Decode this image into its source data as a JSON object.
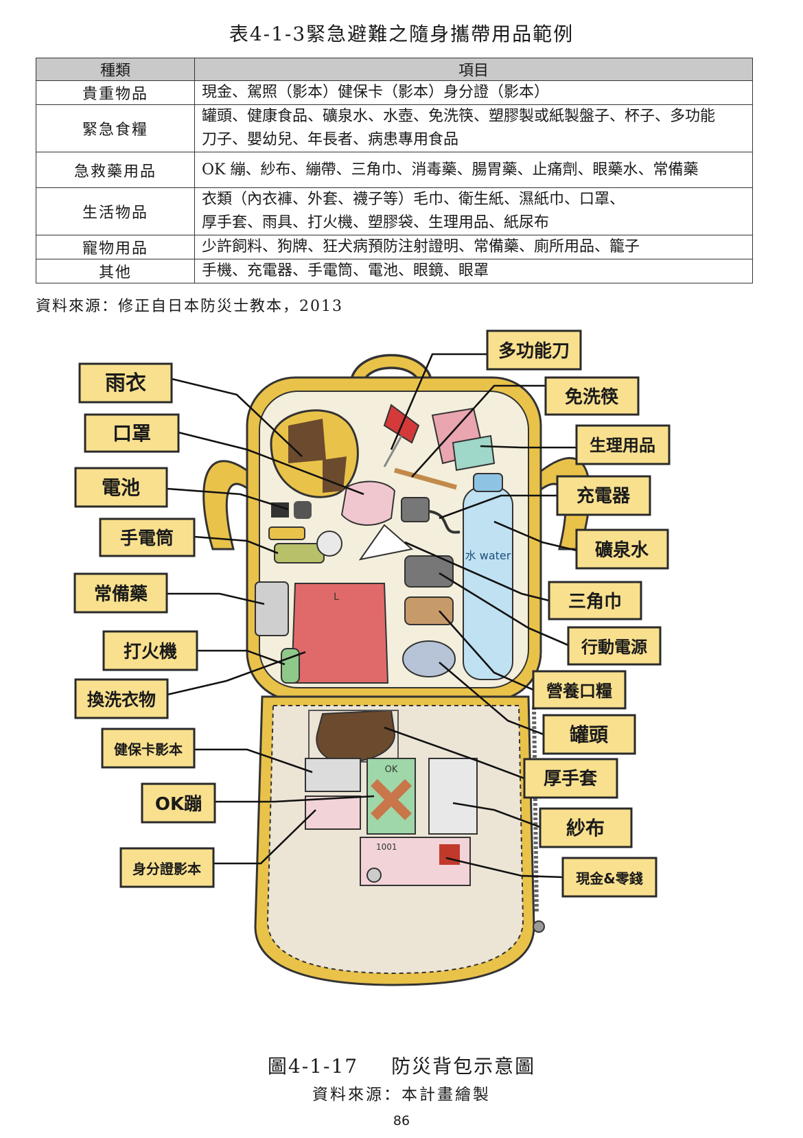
{
  "table": {
    "title": "表4-1-3緊急避難之隨身攜帶用品範例",
    "headers": [
      "種類",
      "項目"
    ],
    "rows": [
      {
        "category": "貴重物品",
        "lines": [
          "現金、駕照（影本）健保卡（影本）身分證（影本）"
        ]
      },
      {
        "category": "緊急食糧",
        "lines": [
          "罐頭、健康食品、礦泉水、水壺、免洗筷、塑膠製或紙製盤子、杯子、多功能",
          "刀子、嬰幼兒、年長者、病患專用食品"
        ]
      },
      {
        "category": "急救藥用品",
        "lines": [
          "OK 繃、紗布、繃帶、三角巾、消毒藥、腸胃藥、止痛劑、眼藥水、常備藥"
        ]
      },
      {
        "category": "生活物品",
        "lines": [
          "衣類（內衣褲、外套、襪子等）毛巾、衛生紙、濕紙巾、口罩、",
          "厚手套、雨具、打火機、塑膠袋、生理用品、紙尿布"
        ]
      },
      {
        "category": "寵物用品",
        "lines": [
          "少許飼料、狗牌、狂犬病預防注射證明、常備藥、廁所用品、籠子"
        ]
      },
      {
        "category": "其他",
        "lines": [
          "手機、充電器、手電筒、電池、眼鏡、眼罩"
        ]
      }
    ],
    "source": "資料來源：修正自日本防災士教本，2013"
  },
  "figure": {
    "labels": {
      "raincoat": "雨衣",
      "mask": "口罩",
      "battery": "電池",
      "flashlight": "手電筒",
      "medicine": "常備藥",
      "lighter": "打火機",
      "clothes": "換洗衣物",
      "health_card_copy": "健保卡影本",
      "ok_bandage": "OK蹦",
      "id_copy": "身分證影本",
      "multitool": "多功能刀",
      "chopsticks": "免洗筷",
      "sanitary": "生理用品",
      "charger": "充電器",
      "water": "礦泉水",
      "triangle_bandage": "三角巾",
      "power_bank": "行動電源",
      "nutrition_bar": "營養口糧",
      "can": "罐頭",
      "gloves": "厚手套",
      "gauze": "紗布",
      "cash": "現金&零錢"
    },
    "bottle_text": "水 water",
    "shirt_tag": "L",
    "ok_pouch_text": "OK",
    "banknote_text": "1001",
    "caption_number": "圖4-1-17",
    "caption_title": "防災背包示意圖",
    "caption_source": "資料來源：本計畫繪製"
  },
  "colors": {
    "label_fill": "#f8e08e",
    "pack_yellow": "#e9c24a",
    "pack_inner": "#f4efdc",
    "table_header": "#c9c9c9"
  },
  "page_number": "86"
}
